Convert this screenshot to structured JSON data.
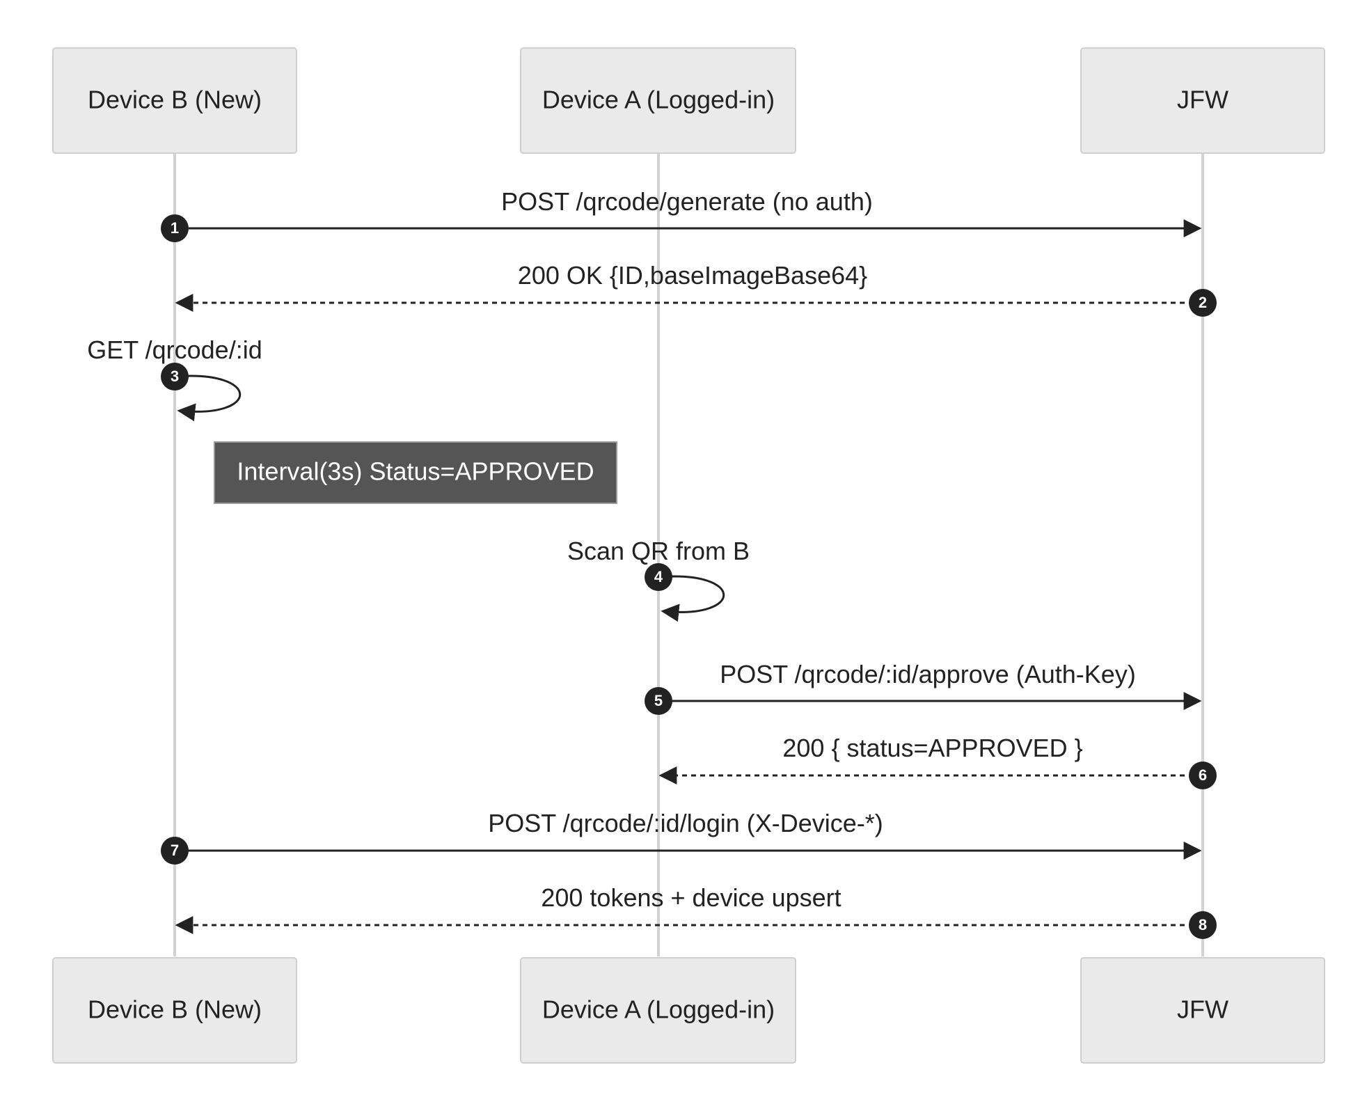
{
  "actors": [
    {
      "id": "B",
      "label": "Device B (New)"
    },
    {
      "id": "A",
      "label": "Device A (Logged-in)"
    },
    {
      "id": "J",
      "label": "JFW"
    }
  ],
  "messages": [
    {
      "n": "1",
      "from": "B",
      "to": "J",
      "text": "POST /qrcode/generate (no auth)",
      "style": "solid"
    },
    {
      "n": "2",
      "from": "J",
      "to": "B",
      "text": "200 OK {ID,baseImageBase64}",
      "style": "dashed"
    },
    {
      "n": "3",
      "from": "B",
      "to": "B",
      "text": "GET /qrcode/:id",
      "style": "solid"
    },
    {
      "n": "4",
      "from": "A",
      "to": "A",
      "text": "Scan QR from B",
      "style": "solid"
    },
    {
      "n": "5",
      "from": "A",
      "to": "J",
      "text": "POST /qrcode/:id/approve (Auth-Key)",
      "style": "solid"
    },
    {
      "n": "6",
      "from": "J",
      "to": "A",
      "text": "200 { status=APPROVED }",
      "style": "dashed"
    },
    {
      "n": "7",
      "from": "B",
      "to": "J",
      "text": "POST /qrcode/:id/login (X-Device-*)",
      "style": "solid"
    },
    {
      "n": "8",
      "from": "J",
      "to": "B",
      "text": "200 tokens + device upsert",
      "style": "dashed"
    }
  ],
  "note": {
    "text": "Interval(3s) Status=APPROVED",
    "over": "B"
  },
  "colors": {
    "line": "#222222",
    "lifeline": "#d2d2d2",
    "actor_fill": "#eaeaea",
    "note_fill": "#555555"
  }
}
